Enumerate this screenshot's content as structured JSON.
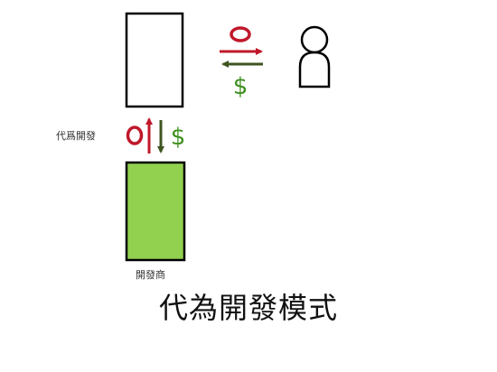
{
  "labels": {
    "side": "代爲開發",
    "developer": "開發商",
    "title": "代為開發模式"
  },
  "flows": {
    "currency_symbol": "$"
  },
  "colors": {
    "service": "#c0182a",
    "money": "#3d8f1e",
    "money_arrow": "#3f5520",
    "developer_box": "#92d050",
    "outline": "#000000"
  },
  "icons": [
    "service-ring-icon",
    "money-dollar-icon",
    "person-icon"
  ]
}
